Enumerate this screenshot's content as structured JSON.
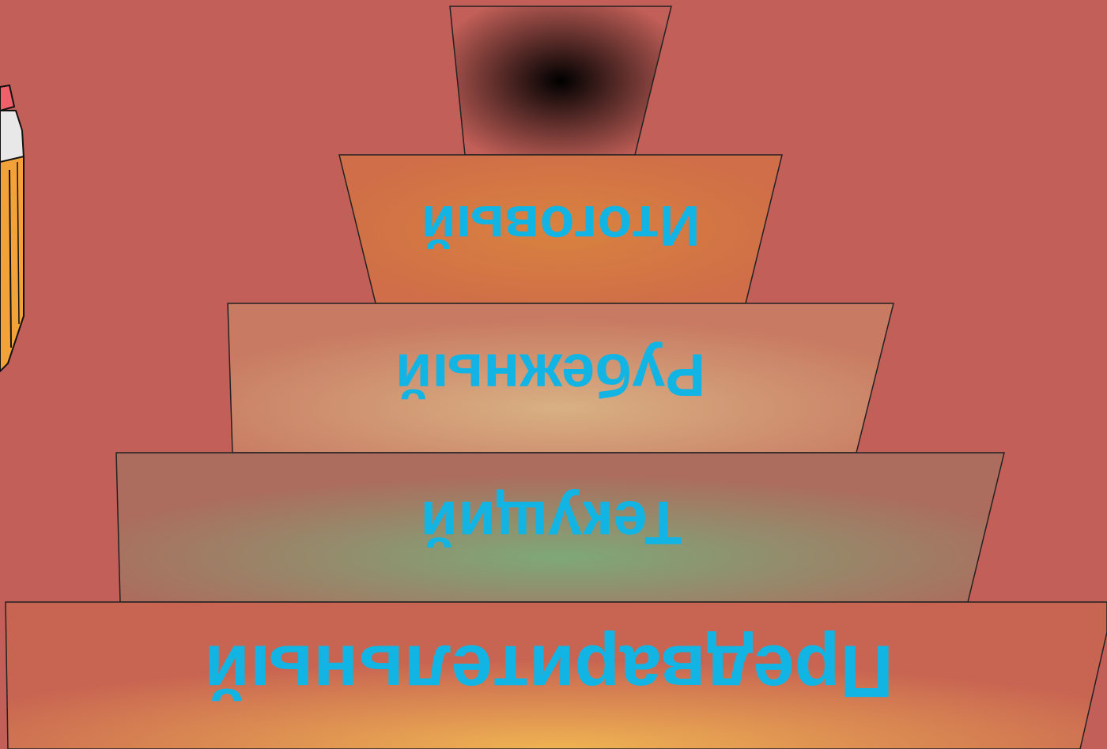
{
  "diagram": {
    "type": "pyramid",
    "orientation": "upside-down",
    "background_color": "#c25f58",
    "label_color": "#12b4e4",
    "tiers": [
      {
        "label": "Итоговый",
        "colors": [
          "#d9823f",
          "#cf6e48"
        ]
      },
      {
        "label": "Рубежный",
        "colors": [
          "#d8b083",
          "#c87a62"
        ]
      },
      {
        "label": "Текущий",
        "colors": [
          "#7ea878",
          "#ac6d5e"
        ]
      },
      {
        "label": "Предварительный",
        "colors": [
          "#efb352",
          "#c86552"
        ]
      }
    ],
    "top_block": {
      "colors": [
        "#000000",
        "#c25f58"
      ]
    },
    "decoration": {
      "icon": "pencil-icon"
    }
  }
}
